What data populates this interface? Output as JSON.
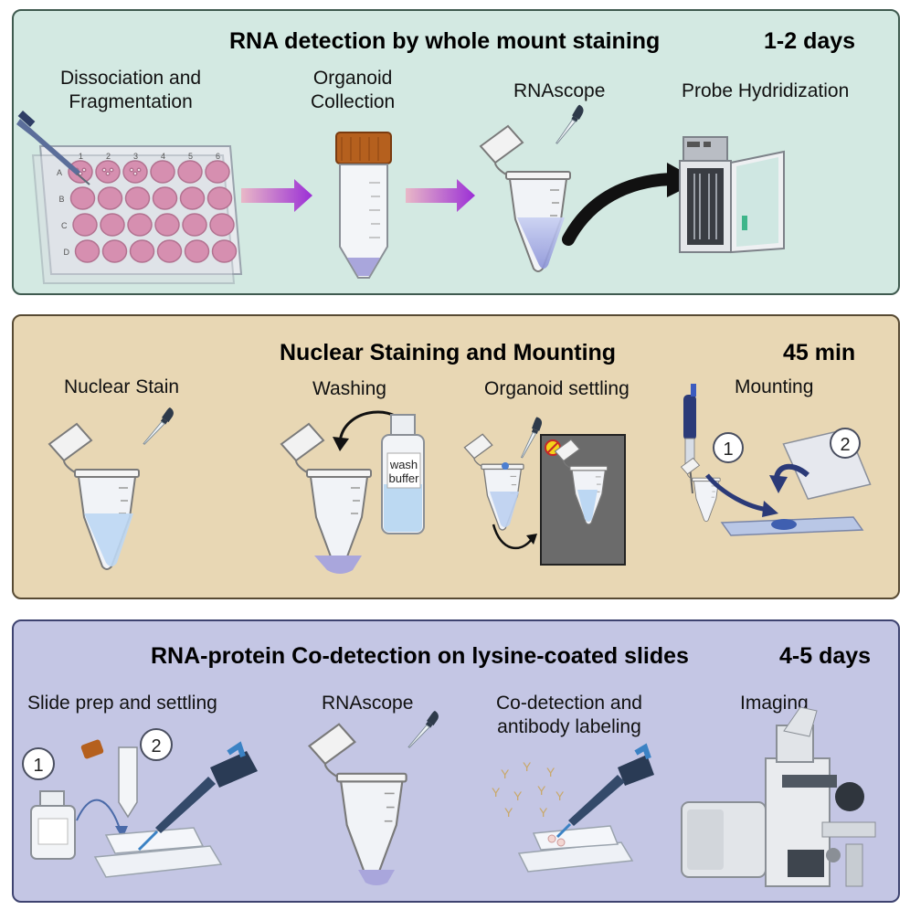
{
  "panels": [
    {
      "title": "RNA detection by whole mount staining",
      "duration": "1-2 days",
      "steps": [
        "Dissociation and\nFragmentation",
        "Organoid\nCollection",
        "RNAscope",
        "Probe Hydridization"
      ],
      "plate_cols": [
        "1",
        "2",
        "3",
        "4",
        "5",
        "6"
      ],
      "plate_rows": [
        "A",
        "B",
        "C",
        "D"
      ]
    },
    {
      "title": "Nuclear Staining and Mounting",
      "duration": "45 min",
      "steps": [
        "Nuclear Stain",
        "Washing",
        "Organoid settling",
        "Mounting"
      ],
      "wash_label": "wash\nbuffer",
      "markers": [
        "1",
        "2"
      ]
    },
    {
      "title": "RNA-protein Co-detection  on lysine-coated slides",
      "duration": "4-5 days",
      "steps": [
        "Slide prep and settling",
        "RNAscope",
        "Co-detection and\nantibody labeling",
        "Imaging"
      ],
      "markers": [
        "1",
        "2"
      ]
    }
  ]
}
